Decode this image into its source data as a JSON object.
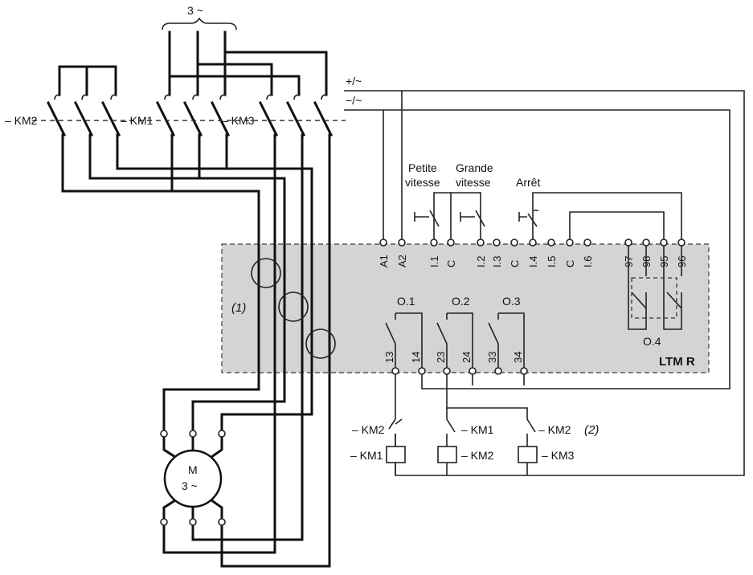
{
  "supply": {
    "three_phase": "3 ~",
    "plus": "+/~",
    "minus": "−/~"
  },
  "contactors": {
    "km2": "– KM2",
    "km1": "– KM1",
    "km3": "– KM3"
  },
  "note_1": "(1)",
  "note_2": "(2)",
  "motor": {
    "letter": "M",
    "phase": "3 ~"
  },
  "inputs": {
    "petite_vitesse": [
      "Petite",
      "vitesse"
    ],
    "grande_vitesse": [
      "Grande",
      "vitesse"
    ],
    "arret": "Arrêt"
  },
  "terminals": {
    "top": [
      "A1",
      "A2",
      "I.1",
      "C",
      "I.2",
      "I.3",
      "C",
      "I.4",
      "I.5",
      "C",
      "I.6",
      "97",
      "98",
      "95",
      "96"
    ],
    "bottom": [
      "13",
      "14",
      "23",
      "24",
      "33",
      "34"
    ]
  },
  "outputs": {
    "o1": "O.1",
    "o2": "O.2",
    "o3": "O.3",
    "o4": "O.4"
  },
  "device": "LTM R",
  "coils": {
    "contact_km2": "– KM2",
    "contact_km1": "– KM1",
    "contact_km2b": "– KM2",
    "coil_km1": "– KM1",
    "coil_km2": "– KM2",
    "coil_km3": "– KM3"
  },
  "colors": {
    "module_fill": "#d4d4d4",
    "wire": "#111111"
  }
}
